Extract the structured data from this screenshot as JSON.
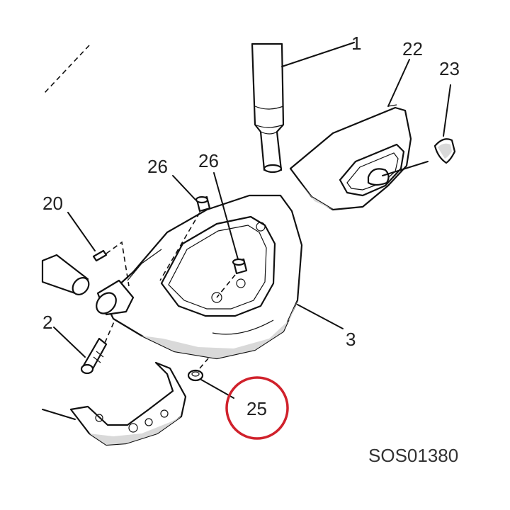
{
  "labels": {
    "p1": "1",
    "p22": "22",
    "p23": "23",
    "p26a": "26",
    "p26b": "26",
    "p20": "20",
    "p2": "2",
    "p3": "3",
    "p25": "25"
  },
  "drawing_code": "SOS01380",
  "highlight_color": "#d0212b"
}
